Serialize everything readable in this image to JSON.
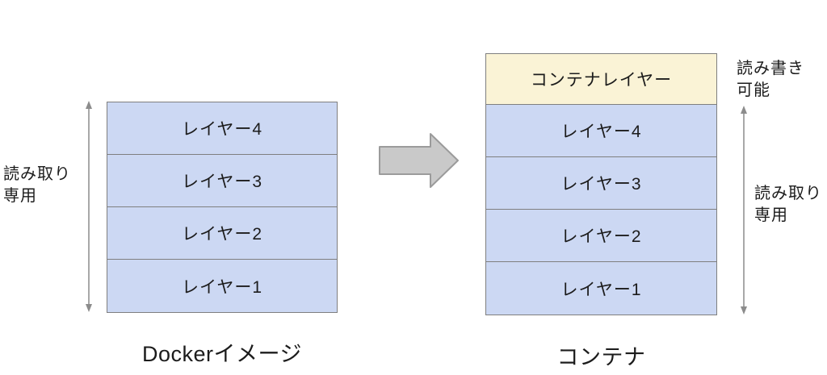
{
  "left_panel": {
    "side_label_lines": [
      "読み取り",
      "専用"
    ],
    "layers": [
      "レイヤー4",
      "レイヤー3",
      "レイヤー2",
      "レイヤー1"
    ],
    "caption": "Dockerイメージ"
  },
  "right_panel": {
    "container_layer_label": "コンテナレイヤー",
    "layers": [
      "レイヤー4",
      "レイヤー3",
      "レイヤー2",
      "レイヤー1"
    ],
    "caption": "コンテナ",
    "top_right_label_lines": [
      "読み書き",
      "可能"
    ],
    "side_label_lines": [
      "読み取り",
      "専用"
    ]
  },
  "colors": {
    "layer_fill": "#ccd8f3",
    "layer_border": "#7f7f7f",
    "container_layer_fill": "#faf3d6",
    "block_arrow_fill": "#c9c9c9",
    "block_arrow_stroke": "#9b9b9b",
    "thin_arrow": "#8c8c8c",
    "text": "#1c1c1c",
    "background": "#ffffff"
  }
}
